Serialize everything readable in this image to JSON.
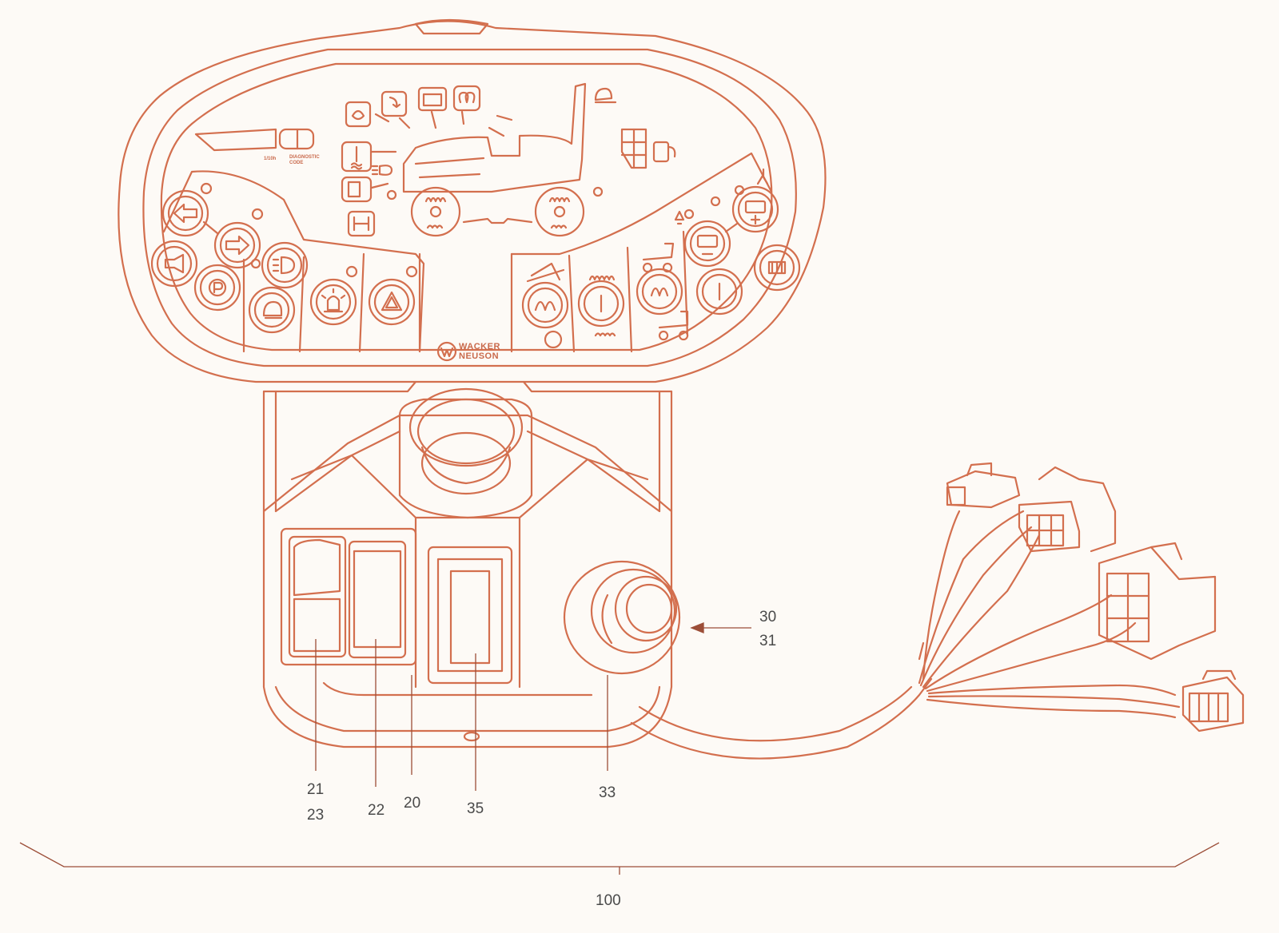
{
  "colors": {
    "line": "#d36f4e",
    "line_light": "#e9a68d",
    "leader": "#9c4e38",
    "text": "#4a4a4a",
    "background": "#fdfaf6"
  },
  "panel": {
    "brand_line1": "WACKER",
    "brand_line2": "NEUSON",
    "odometer_unit": "1/10h",
    "diagnostic_line1": "DIAGNOSTIC",
    "diagnostic_line2": "CODE"
  },
  "callouts": {
    "c21": "21",
    "c23": "23",
    "c22": "22",
    "c20": "20",
    "c35": "35",
    "c33": "33",
    "c30": "30",
    "c31": "31",
    "c100": "100"
  },
  "icons": [
    "arrow-left-icon",
    "arrow-right-icon",
    "horn-icon",
    "parking-brake-icon",
    "headlight-icon",
    "work-light-icon",
    "beacon-icon",
    "hazard-icon",
    "vibration-icon",
    "fuel-icon",
    "tractor-icon",
    "battery-icon",
    "glow-plug-icon",
    "oil-pressure-icon",
    "coolant-temp-icon"
  ]
}
